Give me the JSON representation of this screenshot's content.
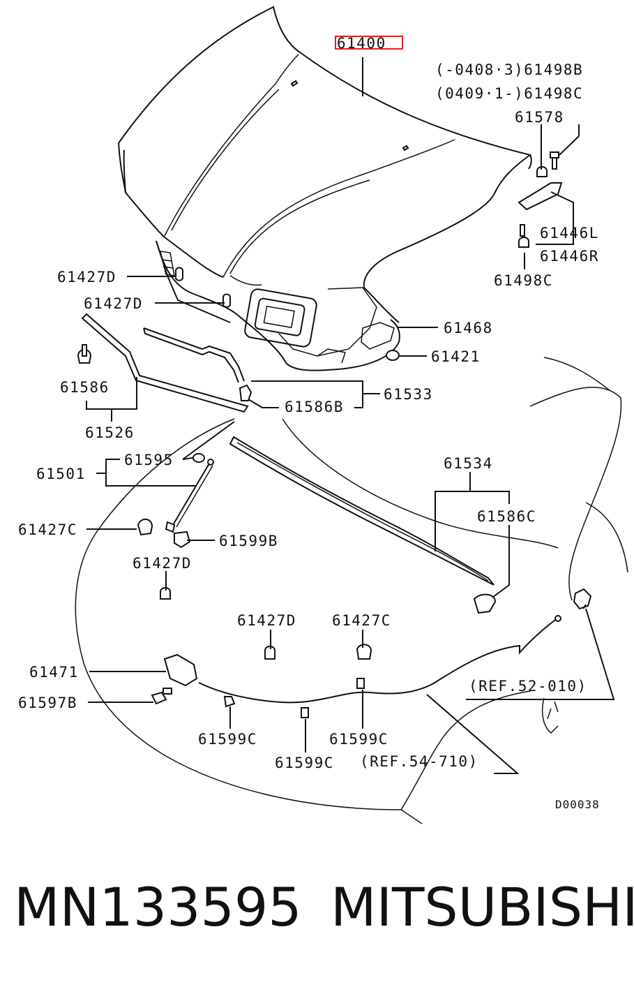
{
  "diagram": {
    "callouts": {
      "hood": "61400",
      "hinge_note_1": "(-0408·3)61498B",
      "hinge_note_2": "(0409·1-)61498C",
      "hinge_bolt": "61578",
      "hinge_left": "61446L",
      "hinge_right": "61446R",
      "hinge_nut": "61498C",
      "bumper_1": "61427D",
      "bumper_2": "61427D",
      "insulator": "61468",
      "grommet": "61421",
      "clip_left": "61586",
      "seal_front_clip": "61586B",
      "seal_front": "61533",
      "seal_left": "61526",
      "stay_grommet": "61595",
      "hood_stay": "61501",
      "cushion_left": "61427C",
      "stay_holder": "61599B",
      "cushion_mid": "61427D",
      "weatherstrip": "61534",
      "weatherstrip_clip": "61586C",
      "cushion_center_d": "61427D",
      "cushion_center_c": "61427C",
      "latch": "61471",
      "latch_bolt": "61597B",
      "cable_clamp_1": "61599C",
      "cable_clamp_2": "61599C",
      "cable_clamp_3": "61599C",
      "ref_release": "(REF.52-010)",
      "ref_cable": "(REF.54-710)",
      "drawing_code": "D00038"
    },
    "highlight_color": "#e02020"
  },
  "footer": {
    "part_number": "MN133595",
    "brand": "MITSUBISHI"
  }
}
